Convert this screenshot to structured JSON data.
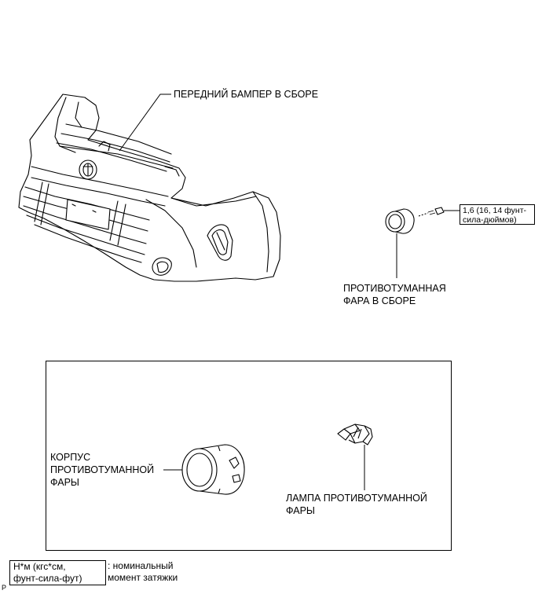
{
  "labels": {
    "bumper": "ПЕРЕДНИЙ БАМПЕР В СБОРЕ",
    "fog_lamp_assembly": [
      "ПРОТИВОТУМАННАЯ",
      "ФАРА В СБОРЕ"
    ],
    "fog_lamp_housing": [
      "КОРПУС",
      "ПРОТИВОТУМАННОЙ",
      "ФАРЫ"
    ],
    "fog_lamp_bulb": [
      "ЛАМПА ПРОТИВОТУМАННОЙ",
      "ФАРЫ"
    ]
  },
  "torque": [
    "1,6 (16, 14 фунт-",
    "сила-дюймов)"
  ],
  "legend": {
    "units": [
      "Н*м (кгс*см,",
      "фунт-сила-фут)"
    ],
    "description": [
      ": номинальный",
      "момент затяжки"
    ]
  },
  "corner_mark": "P"
}
